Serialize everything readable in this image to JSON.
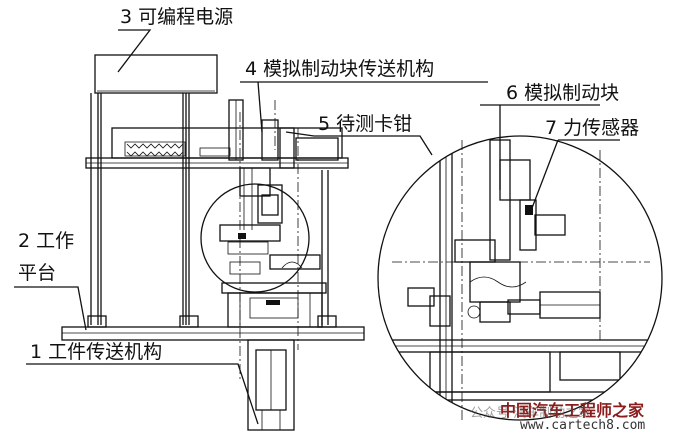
{
  "labels": {
    "power_supply": "3 可编程电源",
    "brake_block_transfer": "4 模拟制动块传送机构",
    "caliper": "5 待测卡钳",
    "brake_block": "6 模拟制动块",
    "force_sensor": "7 力传感器",
    "work_platform_line1": "2 工作",
    "work_platform_line2": "平台",
    "workpiece_transfer": "1 工件传送机构"
  },
  "watermark": {
    "title": "中国汽车工程师之家",
    "sub": "公众号·汽车制动之家",
    "url": "www.cartech8.com"
  }
}
